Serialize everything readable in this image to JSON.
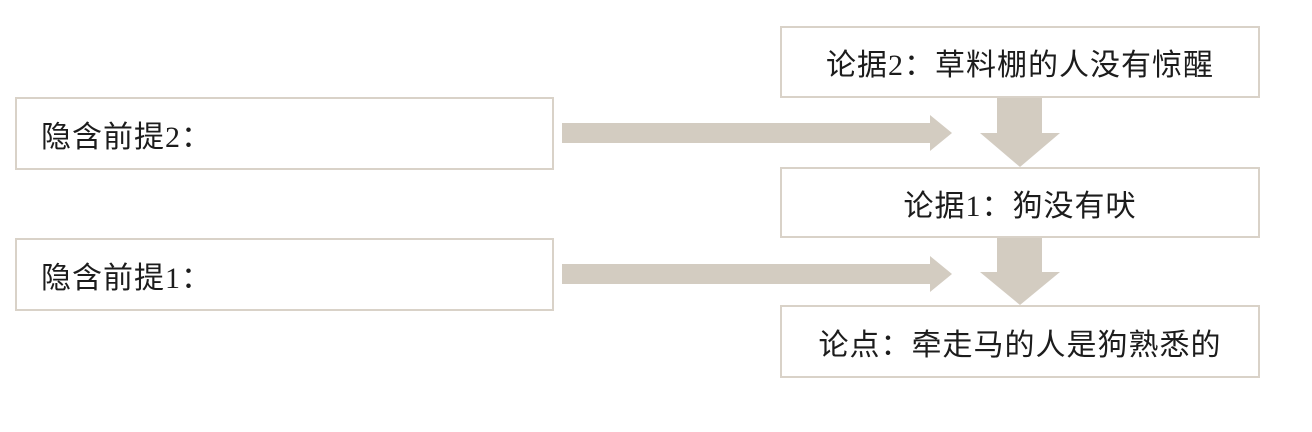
{
  "colors": {
    "arrow": "#d3ccc1",
    "border": "#d9d2c8",
    "text": "#1c1c1c",
    "bg": "#ffffff"
  },
  "diagram": {
    "boxes": {
      "premise2": "隐含前提2：",
      "premise1": "隐含前提1：",
      "argument2": "论据2：草料棚的人没有惊醒",
      "argument1": "论据1：狗没有吠",
      "thesis": "论点：牵走马的人是狗熟悉的"
    },
    "relations": {
      "premise2_supports": "argument2->argument1",
      "premise1_supports": "argument1->thesis"
    }
  }
}
